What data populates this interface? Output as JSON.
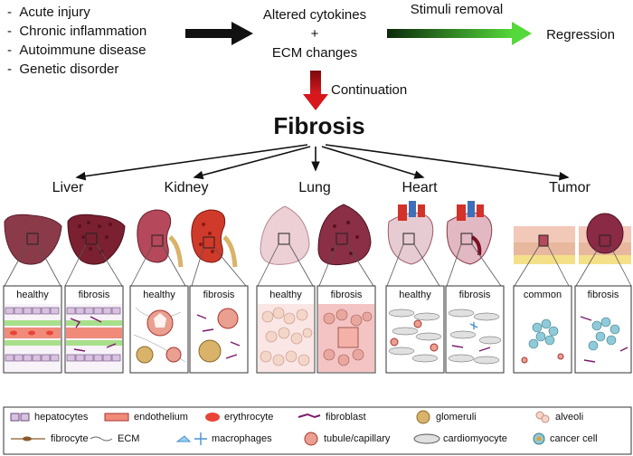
{
  "causes": [
    "Acute injury",
    "Chronic inflammation",
    "Autoimmune disease",
    "Genetic disorder"
  ],
  "cause_bullet": "-",
  "center_line1": "Altered cytokines",
  "center_plus": "+",
  "center_line2": "ECM changes",
  "stimuli_label": "Stimuli removal",
  "regression_label": "Regression",
  "continuation_label": "Continuation",
  "fibrosis_title": "Fibrosis",
  "organs": [
    "Liver",
    "Kidney",
    "Lung",
    "Heart",
    "Tumor"
  ],
  "panel_labels": [
    "healthy",
    "fibrosis",
    "healthy",
    "fibrosis",
    "healthy",
    "fibrosis",
    "healthy",
    "fibrosis",
    "common",
    "fibrosis"
  ],
  "legend": [
    "hepatocytes",
    "endothelium",
    "erythrocyte",
    "fibroblast",
    "glomeruli",
    "alveoli",
    "fibrocyte",
    "ECM",
    "macrophages",
    "tubule/capillary",
    "cardiomyocyte",
    "cancer cell"
  ],
  "colors": {
    "liver": "#8b3a4a",
    "kidney": "#c0392b",
    "lung": "#e9c9d0",
    "heart": "#c0392b",
    "tumor": "#b5495b",
    "arrow_green": "#3bbf2a",
    "arrow_red": "#c0181e"
  }
}
